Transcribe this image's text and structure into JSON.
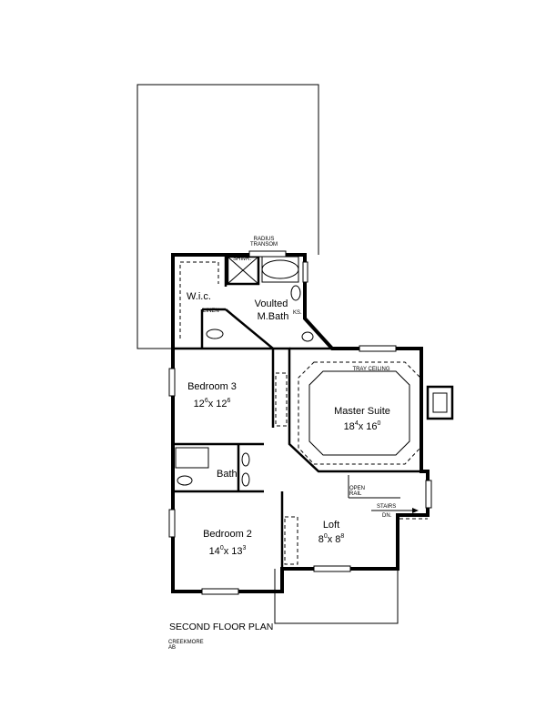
{
  "plan": {
    "title": "SECOND FLOOR PLAN",
    "designer_note": [
      "CREEKMORE",
      "AB"
    ]
  },
  "labels": {
    "radius_transom": [
      "RADIUS",
      "TRANSOM"
    ],
    "shower": "SHWR.",
    "linen": "LINEN",
    "ks": "KS.",
    "tray_ceiling": "TRAY CEILING",
    "open_rail": [
      "OPEN",
      "RAIL"
    ],
    "stairs": "STAIRS",
    "dn": "DN."
  },
  "rooms": {
    "wic": {
      "name": "W.i.c."
    },
    "master_bath": {
      "name": [
        "Voulted",
        "M.Bath"
      ]
    },
    "bedroom3": {
      "name": "Bedroom 3",
      "dim": {
        "w": "12",
        "w_in": "6",
        "x": "x 12",
        "d_in": "6"
      }
    },
    "master_suite": {
      "name": "Master Suite",
      "dim": {
        "w": "18",
        "w_in": "4",
        "x": "x 16",
        "d_in": "0"
      }
    },
    "bath": {
      "name": "Bath"
    },
    "bedroom2": {
      "name": "Bedroom 2",
      "dim": {
        "w": "14",
        "w_in": "0",
        "x": "x 13",
        "d_in": "3"
      }
    },
    "loft": {
      "name": "Loft",
      "dim": {
        "w": "8",
        "w_in": "0",
        "x": "x 8",
        "d_in": "8"
      }
    }
  }
}
